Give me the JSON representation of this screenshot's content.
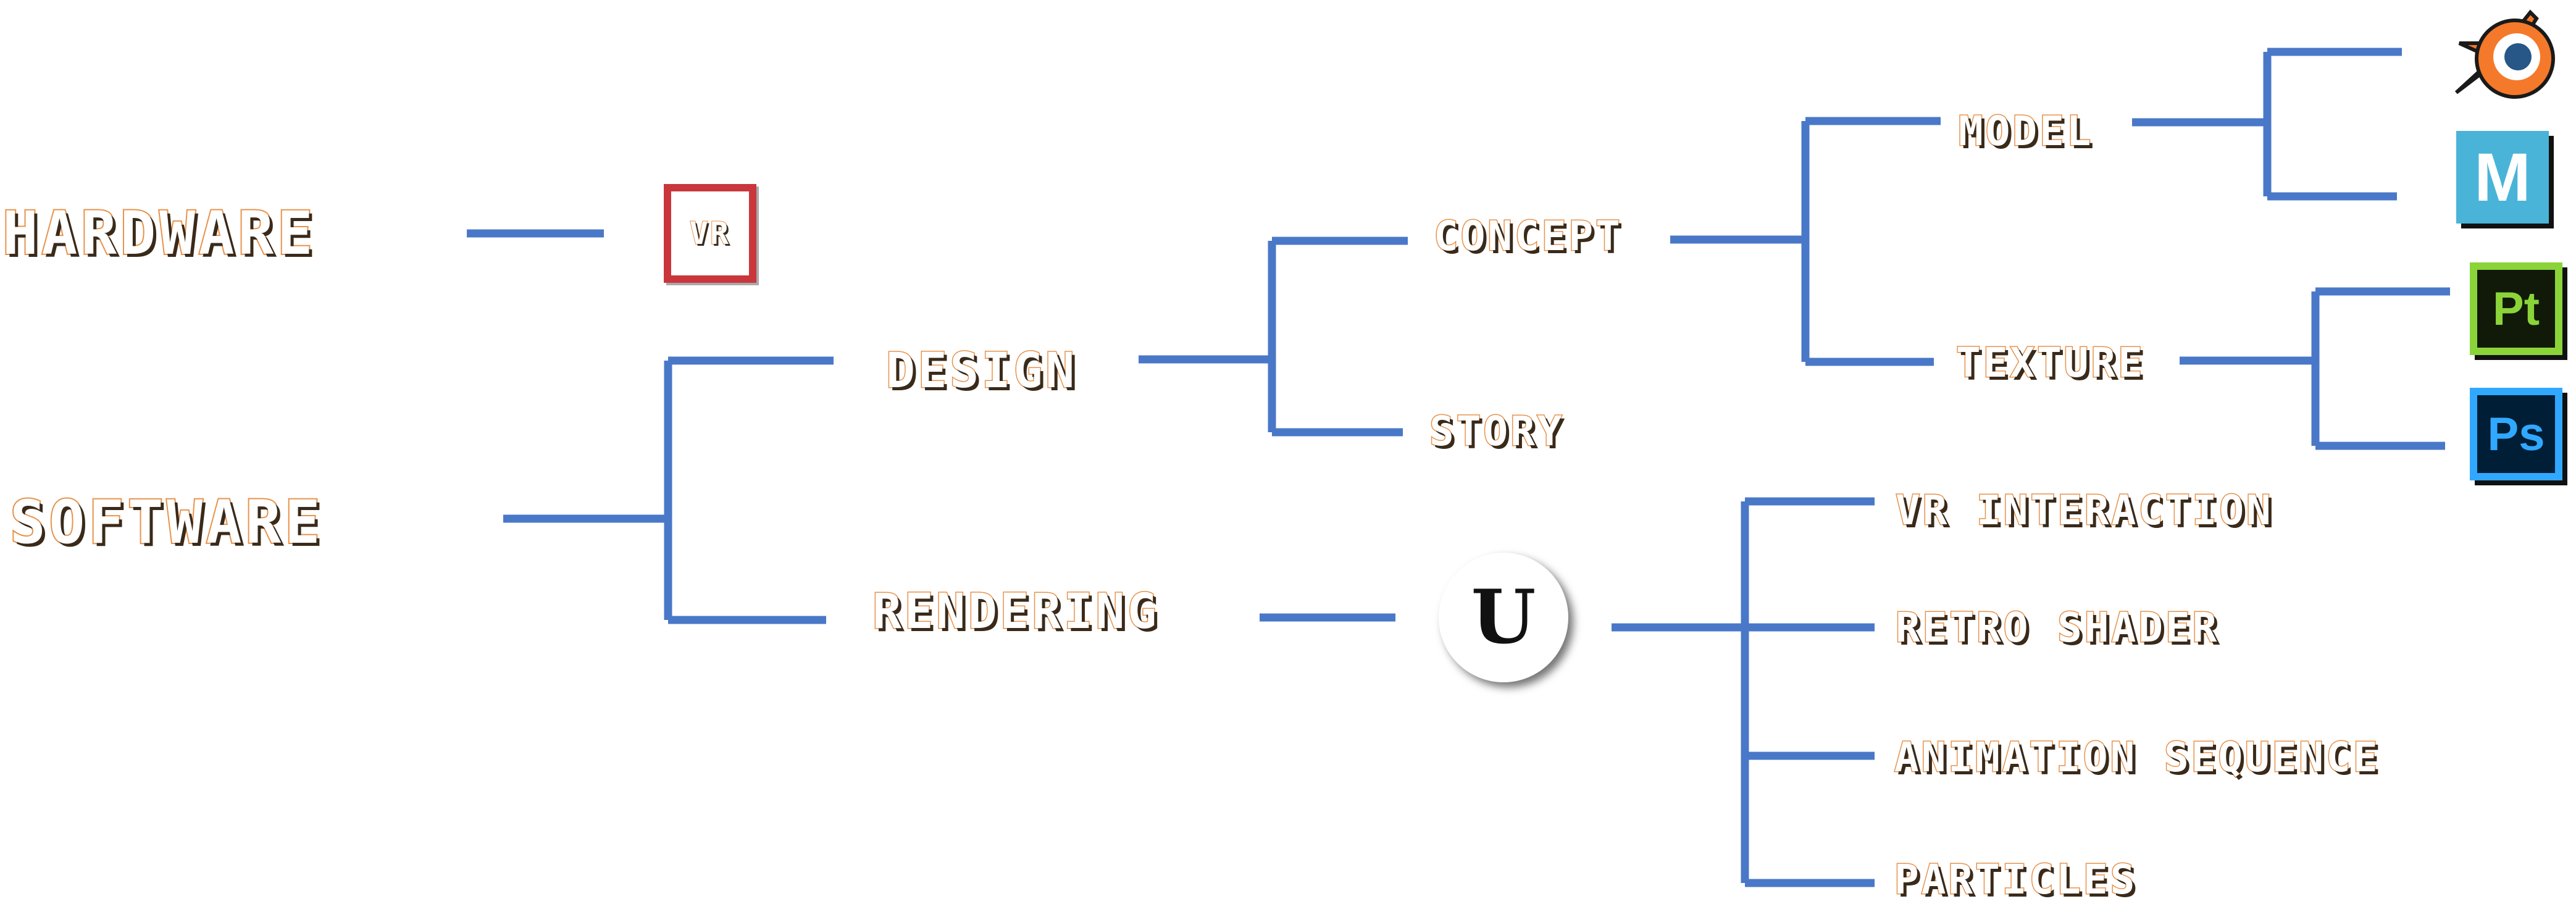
{
  "nodes": {
    "hardware": "HARDWARE",
    "software": "SOFTWARE",
    "vr": "VR",
    "design": "DESIGN",
    "rendering": "RENDERING",
    "concept": "CONCEPT",
    "story": "STORY",
    "model": "MODEL",
    "texture": "TEXTURE",
    "vr_interaction": "VR INTERACTION",
    "retro_shader": "RETRO SHADER",
    "animation_sequence": "ANIMATION SEQUENCE",
    "particles": "PARTICLES"
  },
  "icons": {
    "unreal": "unreal-engine-icon",
    "blender": "blender-icon",
    "maya": {
      "name": "maya-icon",
      "letter": "M"
    },
    "substance_painter": {
      "name": "substance-painter-icon",
      "letters": "Pt"
    },
    "photoshop": {
      "name": "photoshop-icon",
      "letters": "Ps"
    }
  },
  "colors": {
    "connector": "#4a78c8",
    "label_outline": "#e8924a",
    "vr_border": "#c9363c"
  }
}
